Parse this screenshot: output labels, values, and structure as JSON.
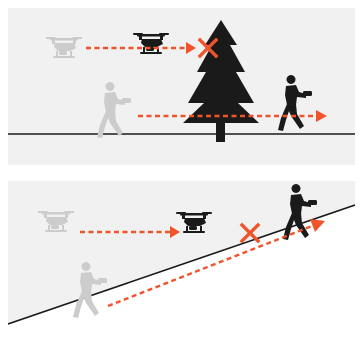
{
  "diagram": {
    "panels": [
      {
        "scenario": "obstacle-tree",
        "obstacle": "tree-icon",
        "blocked_marker": "x-mark-icon"
      },
      {
        "scenario": "slope-terrain",
        "obstacle": "hill-slope",
        "blocked_marker": "x-mark-icon"
      }
    ],
    "colors": {
      "panel_background": "#f1f1f1",
      "ground_line": "#1a1a1a",
      "path_arrow": "#f0542d",
      "active_figure": "#1a1a1a",
      "faded_figure": "#cccccc"
    },
    "icons": [
      "drone-icon",
      "person-with-controller-icon",
      "tree-icon",
      "x-mark-icon",
      "arrow-head-icon"
    ]
  }
}
